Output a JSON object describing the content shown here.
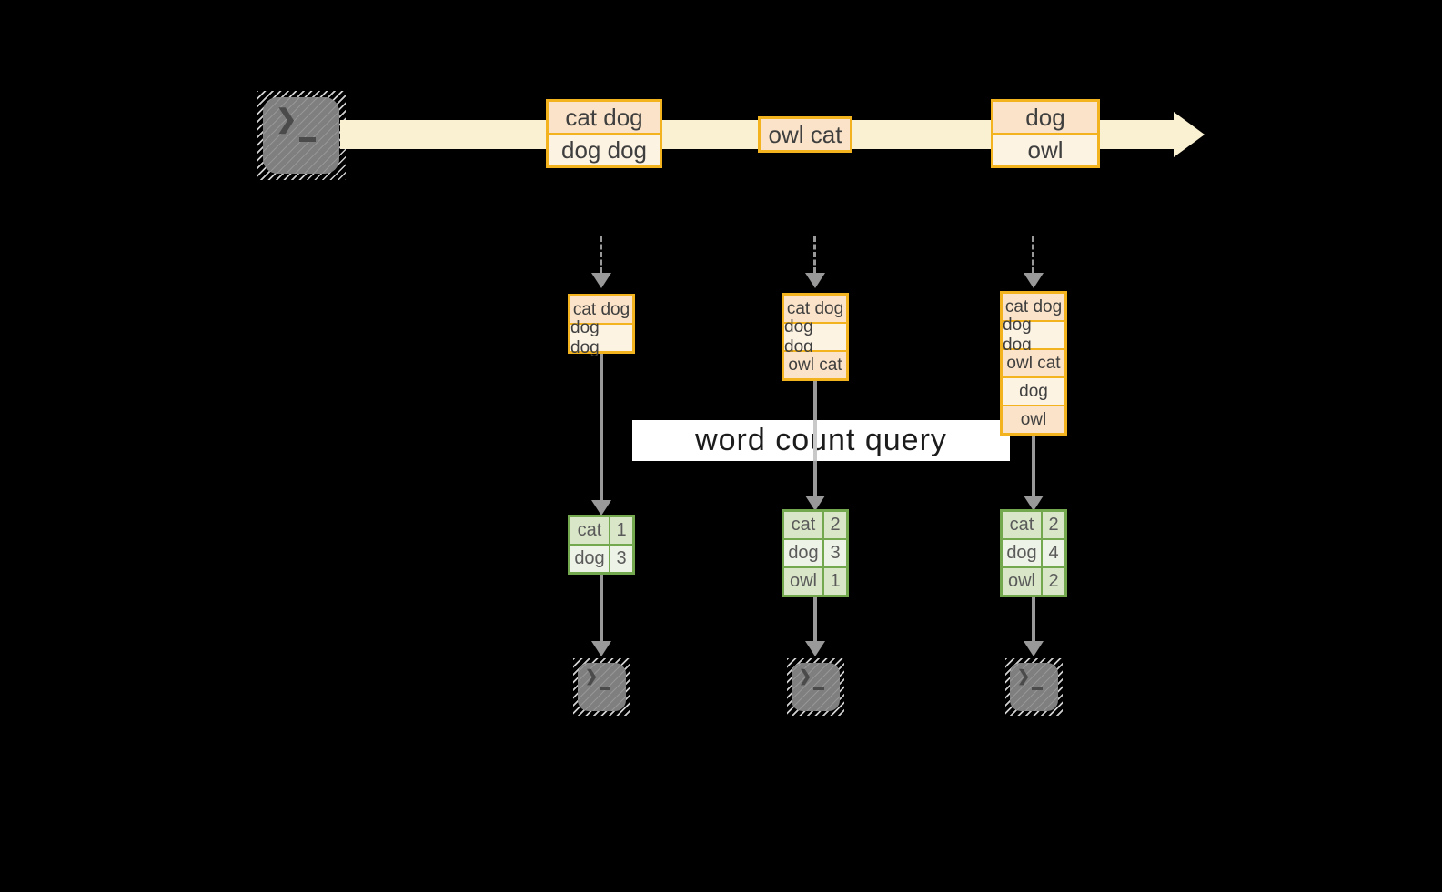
{
  "palette": {
    "gold": "#F2B31E",
    "peach": "#FAE3C8",
    "cream": "#FDF3E3",
    "stream": "#FAF1D2",
    "green": "#74A84F",
    "green_fill": "#D9E7C8",
    "green_fill_light": "#EDF3E6",
    "gray_line": "#999999",
    "gray_line_light": "#C9C9C9",
    "terminal_gray": "#7F7F7F",
    "text_dark": "#3F3F3F"
  },
  "icons": {
    "terminal_prompt_chevron": "❯"
  },
  "query_label": "word count query",
  "stream": {
    "events": [
      {
        "rows": [
          "cat dog",
          "dog dog"
        ]
      },
      {
        "rows": [
          "owl cat"
        ]
      },
      {
        "rows": [
          "dog",
          "owl"
        ]
      }
    ]
  },
  "columns": [
    {
      "batch": [
        "cat dog",
        "dog dog"
      ],
      "counts": [
        {
          "word": "cat",
          "count": "1"
        },
        {
          "word": "dog",
          "count": "3"
        }
      ]
    },
    {
      "batch": [
        "cat dog",
        "dog dog",
        "owl cat"
      ],
      "counts": [
        {
          "word": "cat",
          "count": "2"
        },
        {
          "word": "dog",
          "count": "3"
        },
        {
          "word": "owl",
          "count": "1"
        }
      ]
    },
    {
      "batch": [
        "cat dog",
        "dog dog",
        "owl cat",
        "dog",
        "owl"
      ],
      "counts": [
        {
          "word": "cat",
          "count": "2"
        },
        {
          "word": "dog",
          "count": "4"
        },
        {
          "word": "owl",
          "count": "2"
        }
      ]
    }
  ]
}
